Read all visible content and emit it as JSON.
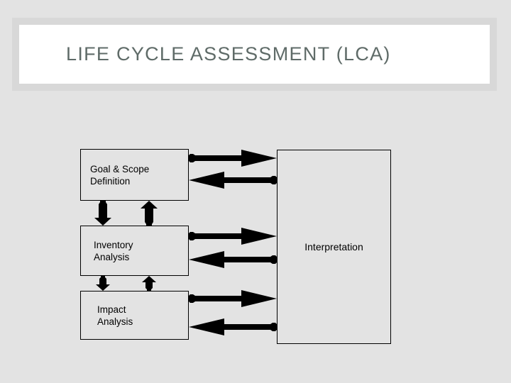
{
  "slide": {
    "title": "LIFE CYCLE ASSESSMENT (LCA)",
    "background_color": "#e3e3e3",
    "title_color": "#5f6b68",
    "banner_fill": "#ffffff",
    "banner_border": "#d8d8d8"
  },
  "diagram": {
    "type": "flowchart",
    "line_color": "#000000",
    "box_fill": "#e3e3e3",
    "boxes": [
      {
        "id": "goal-scope",
        "label": "Goal & Scope\nDefinition"
      },
      {
        "id": "inventory",
        "label": "Inventory\nAnalysis"
      },
      {
        "id": "impact",
        "label": "Impact\nAnalysis"
      },
      {
        "id": "interpretation",
        "label": "Interpretation"
      }
    ],
    "connectors": [
      {
        "from": "goal-scope",
        "to": "interpretation",
        "direction": "right"
      },
      {
        "from": "interpretation",
        "to": "goal-scope",
        "direction": "left"
      },
      {
        "from": "inventory",
        "to": "interpretation",
        "direction": "right"
      },
      {
        "from": "interpretation",
        "to": "inventory",
        "direction": "left"
      },
      {
        "from": "impact",
        "to": "interpretation",
        "direction": "right"
      },
      {
        "from": "interpretation",
        "to": "impact",
        "direction": "left"
      },
      {
        "from": "goal-scope",
        "to": "inventory",
        "direction": "down"
      },
      {
        "from": "inventory",
        "to": "goal-scope",
        "direction": "up"
      },
      {
        "from": "inventory",
        "to": "impact",
        "direction": "down"
      },
      {
        "from": "impact",
        "to": "inventory",
        "direction": "up"
      }
    ]
  }
}
